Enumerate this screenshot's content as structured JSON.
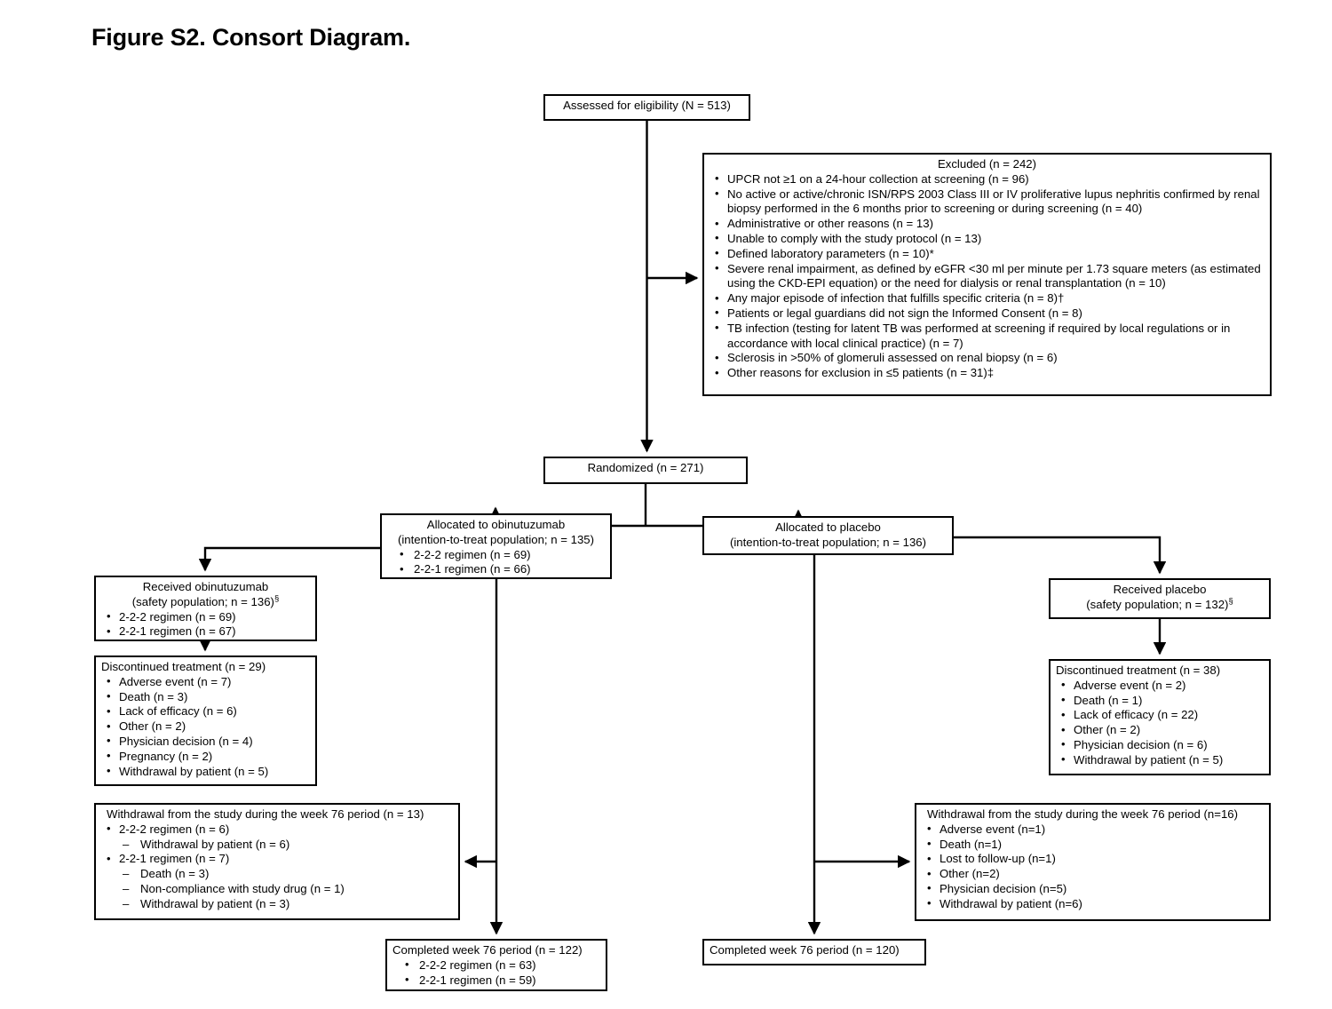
{
  "title": "Figure S2. Consort Diagram.",
  "boxes": {
    "assessed": {
      "header": "Assessed for eligibility (N = 513)"
    },
    "excluded": {
      "header": "Excluded (n = 242)",
      "items": [
        "UPCR not ≥1 on a 24-hour collection at screening (n = 96)",
        "No active or active/chronic ISN/RPS 2003 Class III or IV proliferative lupus nephritis confirmed by renal biopsy performed in the 6 months prior to screening or during screening (n = 40)",
        "Administrative or other reasons (n = 13)",
        "Unable to comply with the study protocol (n = 13)",
        "Defined laboratory parameters (n = 10)*",
        "Severe renal impairment, as defined by eGFR <30 ml per minute per 1.73 square meters (as estimated using the CKD-EPI equation) or the need for dialysis or renal transplantation (n = 10)",
        "Any major episode of infection that fulfills specific criteria (n = 8)†",
        "Patients or legal guardians did not sign the Informed Consent (n = 8)",
        "TB infection (testing for latent TB was performed at screening if required by local regulations or in accordance with local clinical practice) (n = 7)",
        "Sclerosis in >50% of glomeruli assessed on renal biopsy (n = 6)",
        "Other reasons for exclusion in ≤5 patients (n = 31)‡"
      ]
    },
    "randomized": {
      "header": "Randomized  (n = 271)"
    },
    "alloc_obi": {
      "header_line1": "Allocated to obinutuzumab",
      "header_line2": "(intention-to-treat population; n = 135)",
      "items": [
        "2-2-2 regimen (n = 69)",
        "2-2-1 regimen (n = 66)"
      ]
    },
    "alloc_pbo": {
      "header_line1": "Allocated to placebo",
      "header_line2": "(intention-to-treat population; n = 136)"
    },
    "recv_obi": {
      "header_line1": "Received obinutuzumab",
      "header_line2": "(safety population; n = 136)",
      "header_line2_sup": "§",
      "items": [
        "2-2-2 regimen (n = 69)",
        "2-2-1 regimen (n = 67)"
      ]
    },
    "recv_pbo": {
      "header_line1": "Received placebo",
      "header_line2": "(safety population; n = 132)",
      "header_line2_sup": "§"
    },
    "disc_obi": {
      "header": "Discontinued treatment (n = 29)",
      "items": [
        "Adverse event (n = 7)",
        "Death (n = 3)",
        "Lack of efficacy (n = 6)",
        "Other (n = 2)",
        "Physician decision (n = 4)",
        "Pregnancy (n = 2)",
        "Withdrawal by patient (n = 5)"
      ]
    },
    "disc_pbo": {
      "header": "Discontinued treatment (n = 38)",
      "items": [
        "Adverse event (n = 2)",
        "Death (n = 1)",
        "Lack of efficacy (n = 22)",
        "Other (n = 2)",
        "Physician decision (n = 6)",
        "Withdrawal by patient (n = 5)"
      ]
    },
    "wd_obi": {
      "header": "Withdrawal from the study during the week 76 period (n = 13)",
      "groups": [
        {
          "label": "2-2-2 regimen (n = 6)",
          "sub": [
            "Withdrawal by patient (n = 6)"
          ]
        },
        {
          "label": "2-2-1 regimen (n = 7)",
          "sub": [
            "Death (n = 3)",
            "Non-compliance with study drug (n = 1)",
            "Withdrawal by patient (n = 3)"
          ]
        }
      ]
    },
    "wd_pbo": {
      "header": "Withdrawal from the study during the week 76 period (n=16)",
      "items": [
        "Adverse event (n=1)",
        "Death (n=1)",
        "Lost to follow-up (n=1)",
        "Other (n=2)",
        "Physician decision (n=5)",
        "Withdrawal by patient (n=6)"
      ]
    },
    "comp_obi": {
      "header": "Completed week 76 period (n = 122)",
      "items": [
        "2-2-2 regimen (n = 63)",
        "2-2-1 regimen (n = 59)"
      ]
    },
    "comp_pbo": {
      "header": "Completed week 76 period (n = 120)"
    }
  },
  "colors": {
    "stroke": "#000000",
    "background": "#ffffff",
    "text": "#000000"
  }
}
